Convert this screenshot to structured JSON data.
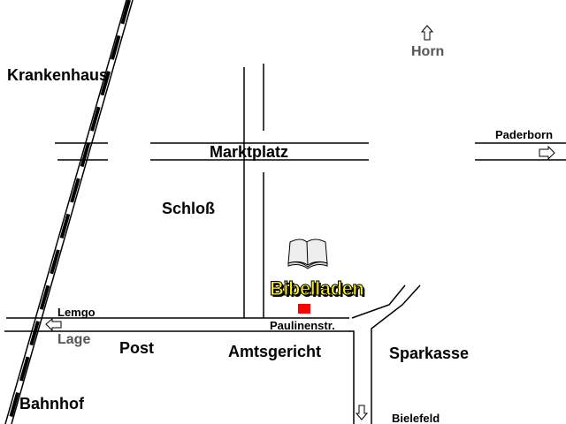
{
  "places": {
    "krankenhaus": "Krankenhaus",
    "marktplatz": "Marktplatz",
    "schloss": "Schloß",
    "post": "Post",
    "amtsgericht": "Amtsgericht",
    "sparkasse": "Sparkasse",
    "bahnhof": "Bahnhof",
    "shop": "Bibelladen"
  },
  "streets": {
    "paulinenstr": "Paulinenstr."
  },
  "directions": {
    "horn": "Horn",
    "paderborn": "Paderborn",
    "lemgo": "Lemgo",
    "lage": "Lage",
    "bielefeld": "Bielefeld"
  },
  "colors": {
    "marker": "#ff0000",
    "shop_text": "#ffee00",
    "direction_grey": "#555555"
  }
}
